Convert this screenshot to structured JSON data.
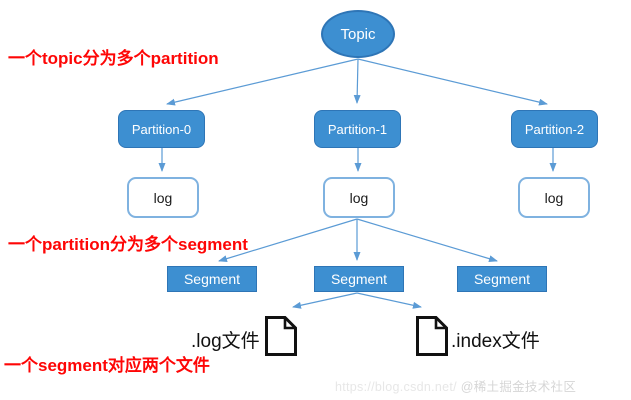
{
  "diagram": {
    "topic": {
      "label": "Topic"
    },
    "partitions": [
      {
        "label": "Partition-0"
      },
      {
        "label": "Partition-1"
      },
      {
        "label": "Partition-2"
      }
    ],
    "logs": [
      {
        "label": "log"
      },
      {
        "label": "log"
      },
      {
        "label": "log"
      }
    ],
    "segments": [
      {
        "label": "Segment"
      },
      {
        "label": "Segment"
      },
      {
        "label": "Segment"
      }
    ],
    "files": [
      {
        "label": ".log文件",
        "icon": "document-icon"
      },
      {
        "label": ".index文件",
        "icon": "document-icon"
      }
    ]
  },
  "annotations": [
    {
      "text": "一个topic分为多个partition"
    },
    {
      "text": "一个partition分为多个segment"
    },
    {
      "text": "一个segment对应两个文件"
    }
  ],
  "watermark": {
    "url": "https://blog.csdn.net/",
    "community": "@稀土掘金技术社区"
  },
  "colors": {
    "node_fill": "#3d8fd1",
    "node_border": "#2e75b6",
    "log_border": "#7fb2e0",
    "arrow": "#5b9bd5",
    "annotation_red": "#fe0606",
    "file_icon": "#111111",
    "watermark_gray": "#e0e0e0"
  }
}
